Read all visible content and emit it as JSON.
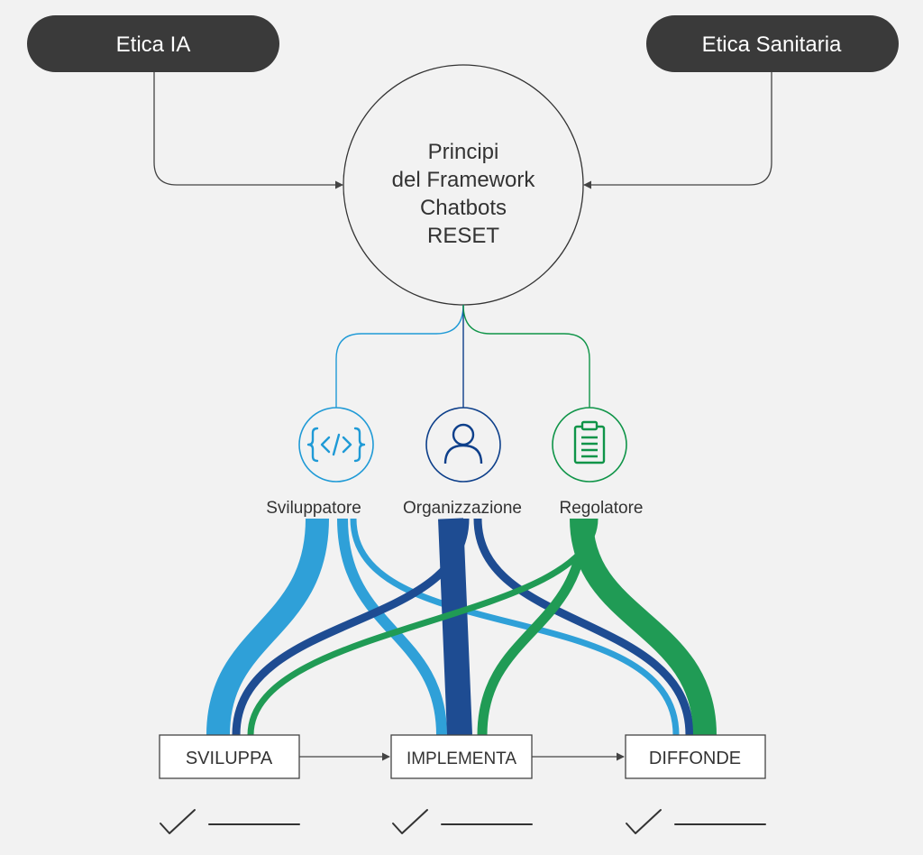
{
  "sources": {
    "left": "Etica IA",
    "right": "Etica Sanitaria"
  },
  "center": {
    "lines": [
      "Principi",
      "del Framework",
      "Chatbots",
      "RESET"
    ]
  },
  "roles": [
    {
      "label": "Sviluppatore",
      "icon": "code-brackets-icon",
      "color": "#1f9ad6"
    },
    {
      "label": "Organizzazione",
      "icon": "person-icon",
      "color": "#0d3f8a"
    },
    {
      "label": "Regolatore",
      "icon": "clipboard-icon",
      "color": "#0f9448"
    }
  ],
  "stages": [
    "SVILUPPA",
    "IMPLEMENTA",
    "DIFFONDE"
  ],
  "colors": {
    "pill": "#3a3a3a",
    "pill_text": "#ffffff",
    "line": "#444444",
    "blue_light": "#1f9ad6",
    "blue_dark": "#0d3f8a",
    "green": "#0f9448"
  }
}
